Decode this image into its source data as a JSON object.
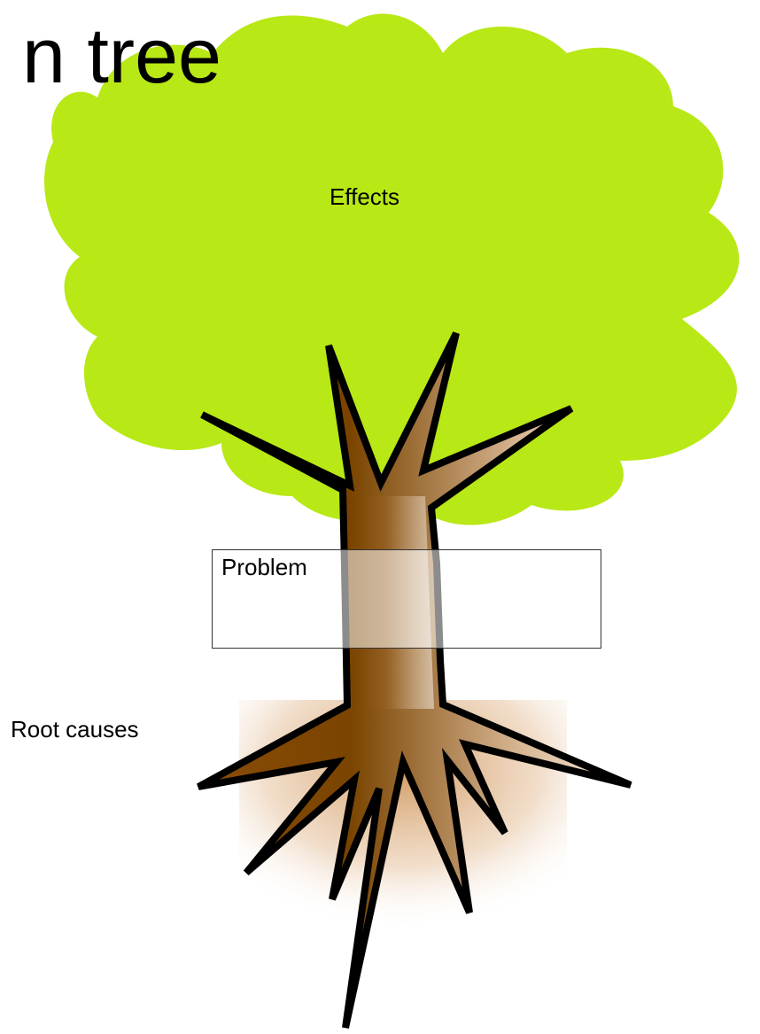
{
  "title": "n tree",
  "labels": {
    "effects": "Effects",
    "problem": "Problem",
    "root_causes": "Root causes"
  },
  "colors": {
    "foliage": "#b8e816",
    "trunk_dark": "#7a4400",
    "trunk_light": "#f2e2d2",
    "outline": "#000000",
    "root_glow": "#d2965a"
  }
}
